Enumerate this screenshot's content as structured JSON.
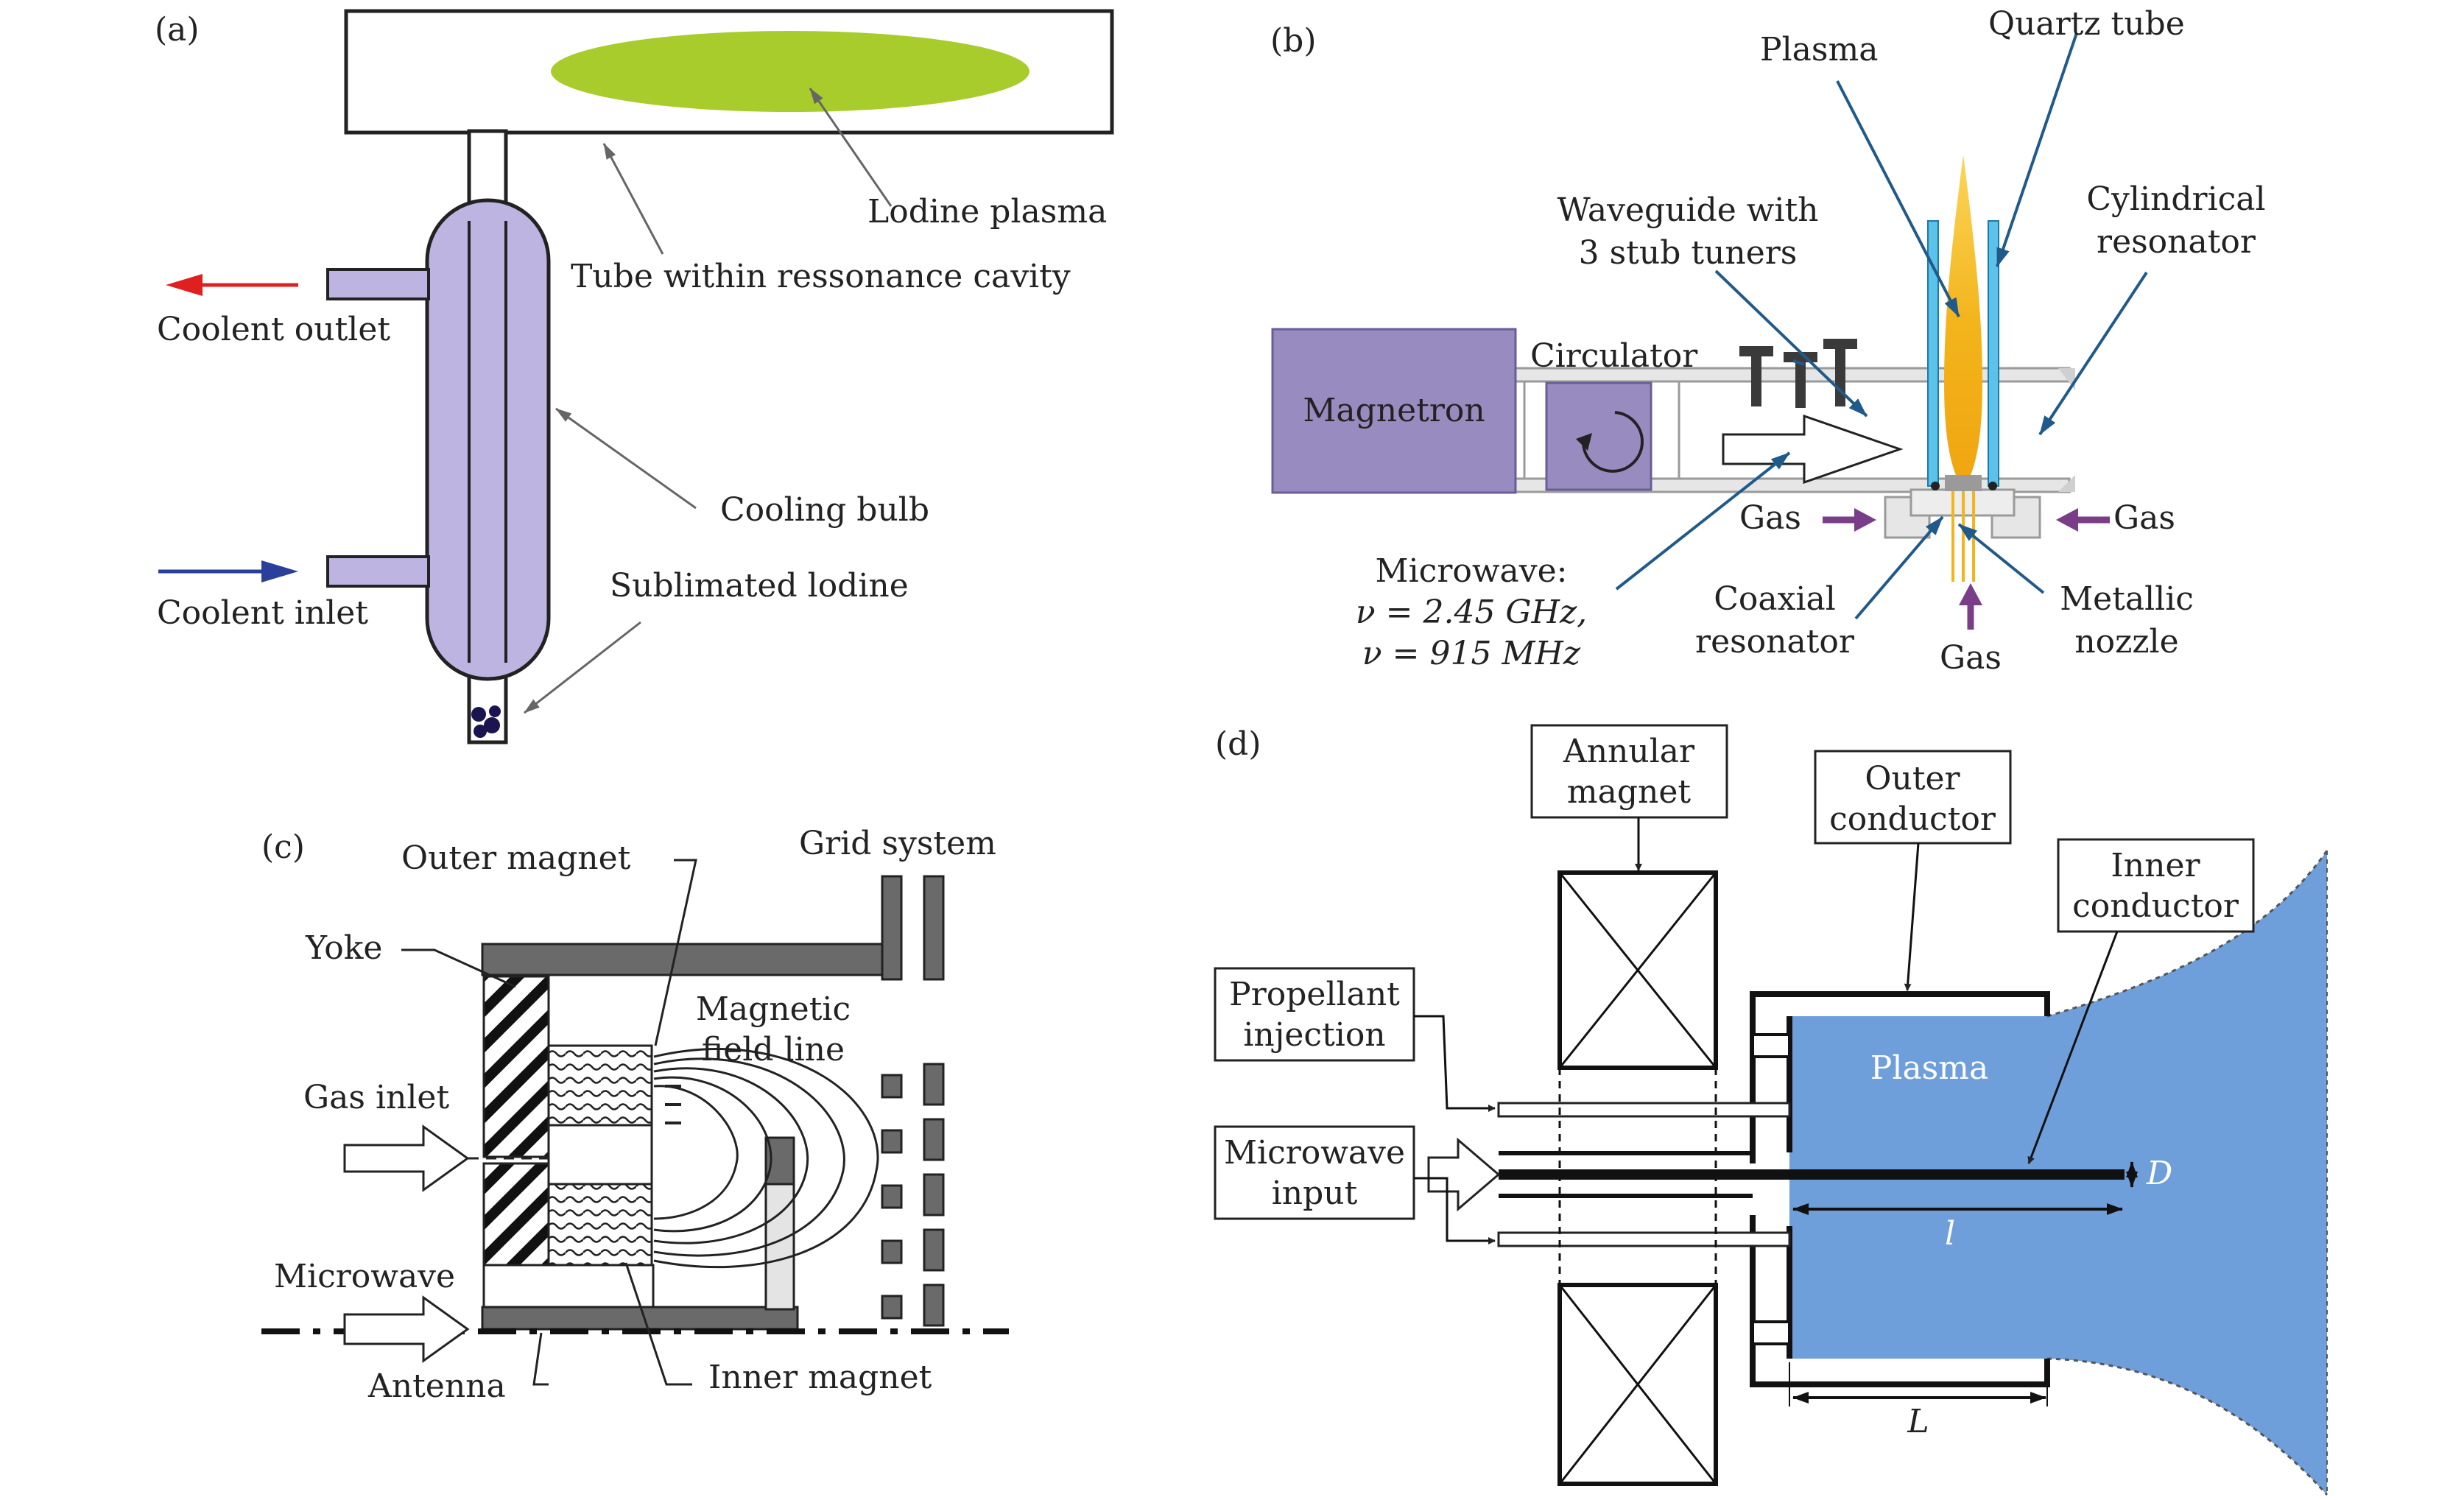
{
  "panels": {
    "a": {
      "tag": "(a)",
      "plasma_label": "Lodine plasma",
      "tube_label": "Tube within ressonance cavity",
      "outlet_label": "Coolent outlet",
      "bulb_label": "Cooling bulb",
      "sublimated_label": "Sublimated lodine",
      "inlet_label": "Coolent inlet",
      "colors": {
        "plasma": "#a8cc2c",
        "bulb": "#bdb4e2",
        "outlet_arrow": "#e02020",
        "inlet_arrow": "#2b3f9a",
        "iodine": "#1a1450"
      }
    },
    "b": {
      "tag": "(b)",
      "quartz_label": "Quartz tube",
      "plasma_label": "Plasma",
      "waveguide_line1": "Waveguide with",
      "waveguide_line2": "3 stub tuners",
      "cyl_line1": "Cylindrical",
      "cyl_line2": "resonator",
      "circulator_label": "Circulator",
      "magnetron_label": "Magnetron",
      "gas_left": "Gas",
      "gas_right": "Gas",
      "gas_bottom": "Gas",
      "mw_line1": "Microwave:",
      "mw_line2": "ν = 2.45 GHz,",
      "mw_line3": "ν = 915 MHz",
      "coax_line1": "Coaxial",
      "coax_line2": "resonator",
      "nozzle_line1": "Metallic",
      "nozzle_line2": "nozzle",
      "colors": {
        "magnetron": "#978bbf",
        "tube": "#2aa8d8",
        "flame": "#f3b41c",
        "gas_arrow": "#7a3e88",
        "pointer": "#1f5a8a"
      }
    },
    "c": {
      "tag": "(c)",
      "outer_magnet_label": "Outer magnet",
      "grid_label": "Grid system",
      "yoke_label": "Yoke",
      "field_line1": "Magnetic",
      "field_line2": "field line",
      "gas_inlet_label": "Gas inlet",
      "microwave_label": "Microwave",
      "antenna_label": "Antenna",
      "inner_magnet_label": "Inner magnet"
    },
    "d": {
      "tag": "(d)",
      "annular_line1": "Annular",
      "annular_line2": "magnet",
      "outer_line1": "Outer",
      "outer_line2": "conductor",
      "inner_line1": "Inner",
      "inner_line2": "conductor",
      "prop_line1": "Propellant",
      "prop_line2": "injection",
      "mw_line1": "Microwave",
      "mw_line2": "input",
      "plasma_label": "Plasma",
      "d_label": "D",
      "l_label": "l",
      "L_label": "L",
      "colors": {
        "plasma": "#6f9fda"
      }
    }
  }
}
